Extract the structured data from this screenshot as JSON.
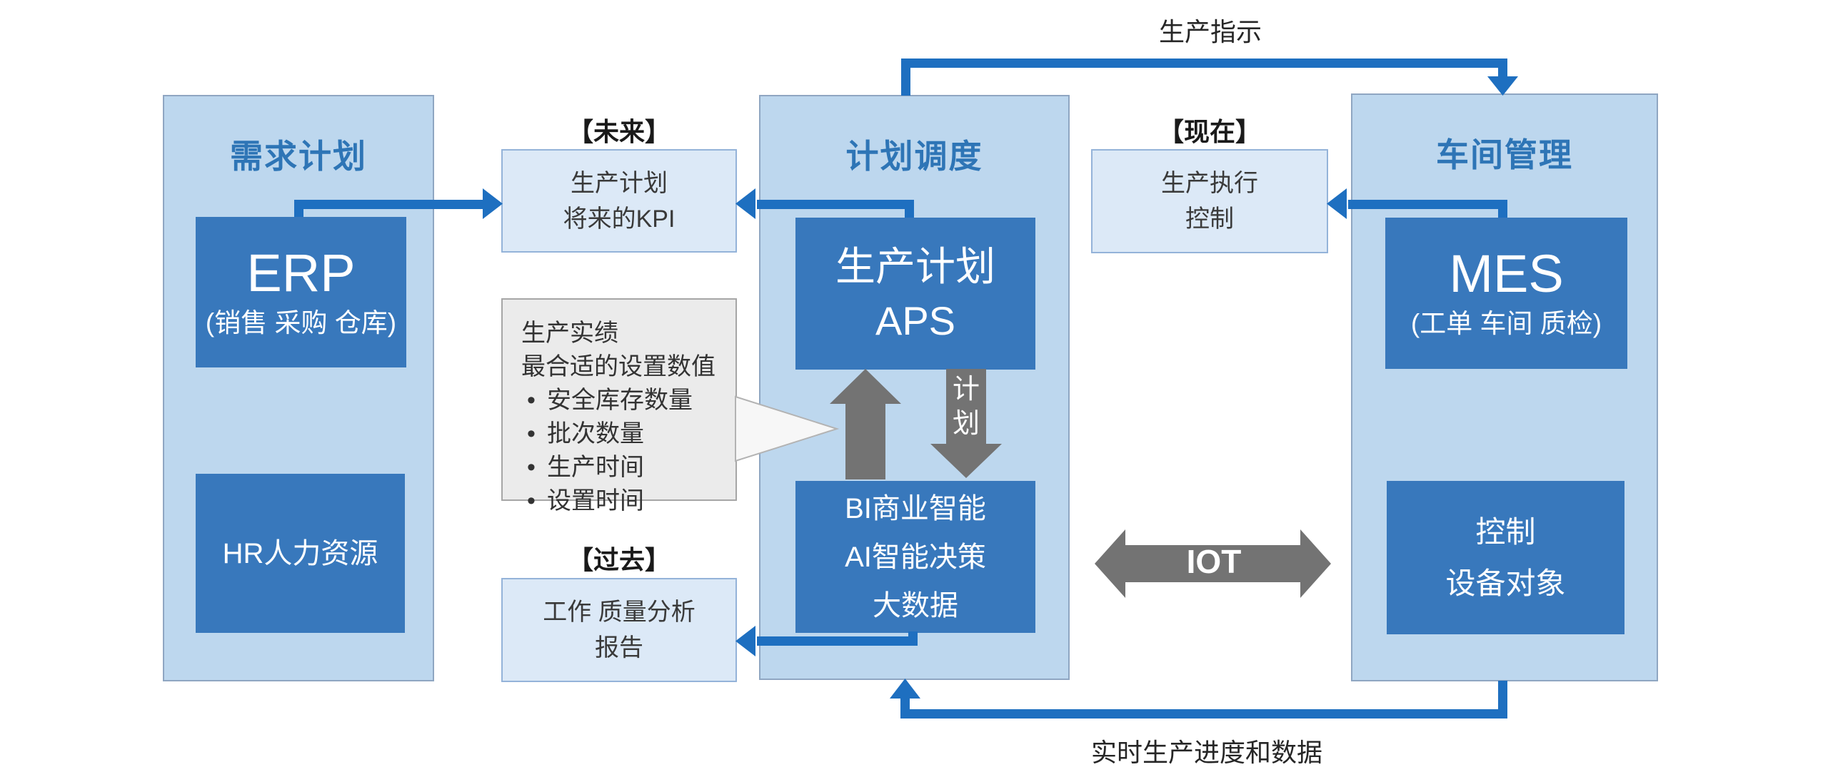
{
  "diagram": {
    "colors": {
      "panel_fill": "#BDD7EE",
      "panel_border": "#8FA6C2",
      "solid_box_fill": "#3878BC",
      "solid_box_text": "#FFFFFF",
      "note_fill": "#DCE9F7",
      "note_border": "#94B3D9",
      "connector_blue": "#1E6FC0",
      "arrow_gray": "#737373",
      "callout_fill": "#EBEBEB",
      "callout_border": "#A6A6A6",
      "callout_pointer_fill": "#F7F7F7",
      "header_text": "#2E75B6",
      "label_text": "#262626"
    },
    "flow_labels": {
      "top": "生产指示",
      "bottom": "实时生产进度和数据",
      "plan_arrow": "计划",
      "iot": "IOT"
    },
    "panels": [
      {
        "title": "需求计划",
        "boxes": [
          {
            "title": "ERP",
            "subtitle": "(销售 采购 仓库)"
          },
          {
            "title": "HR人力资源"
          }
        ]
      },
      {
        "title": "计划调度",
        "boxes": [
          {
            "lines": [
              "生产计划",
              "APS"
            ]
          },
          {
            "lines": [
              "BI商业智能",
              "AI智能决策",
              "大数据"
            ]
          }
        ]
      },
      {
        "title": "车间管理",
        "boxes": [
          {
            "title": "MES",
            "subtitle": "(工单 车间 质检)"
          },
          {
            "lines": [
              "控制",
              "设备对象"
            ]
          }
        ]
      }
    ],
    "notes": [
      {
        "tag": "【未来】",
        "lines": [
          "生产计划",
          "将来的KPI"
        ]
      },
      {
        "tag": "【现在】",
        "lines": [
          "生产执行",
          "控制"
        ]
      },
      {
        "tag": "【过去】",
        "lines": [
          "工作 质量分析",
          "报告"
        ]
      }
    ],
    "callout": {
      "lines": [
        "生产实绩",
        "最合适的设置数值"
      ],
      "bullets": [
        "安全库存数量",
        "批次数量",
        "生产时间",
        "设置时间"
      ]
    }
  }
}
